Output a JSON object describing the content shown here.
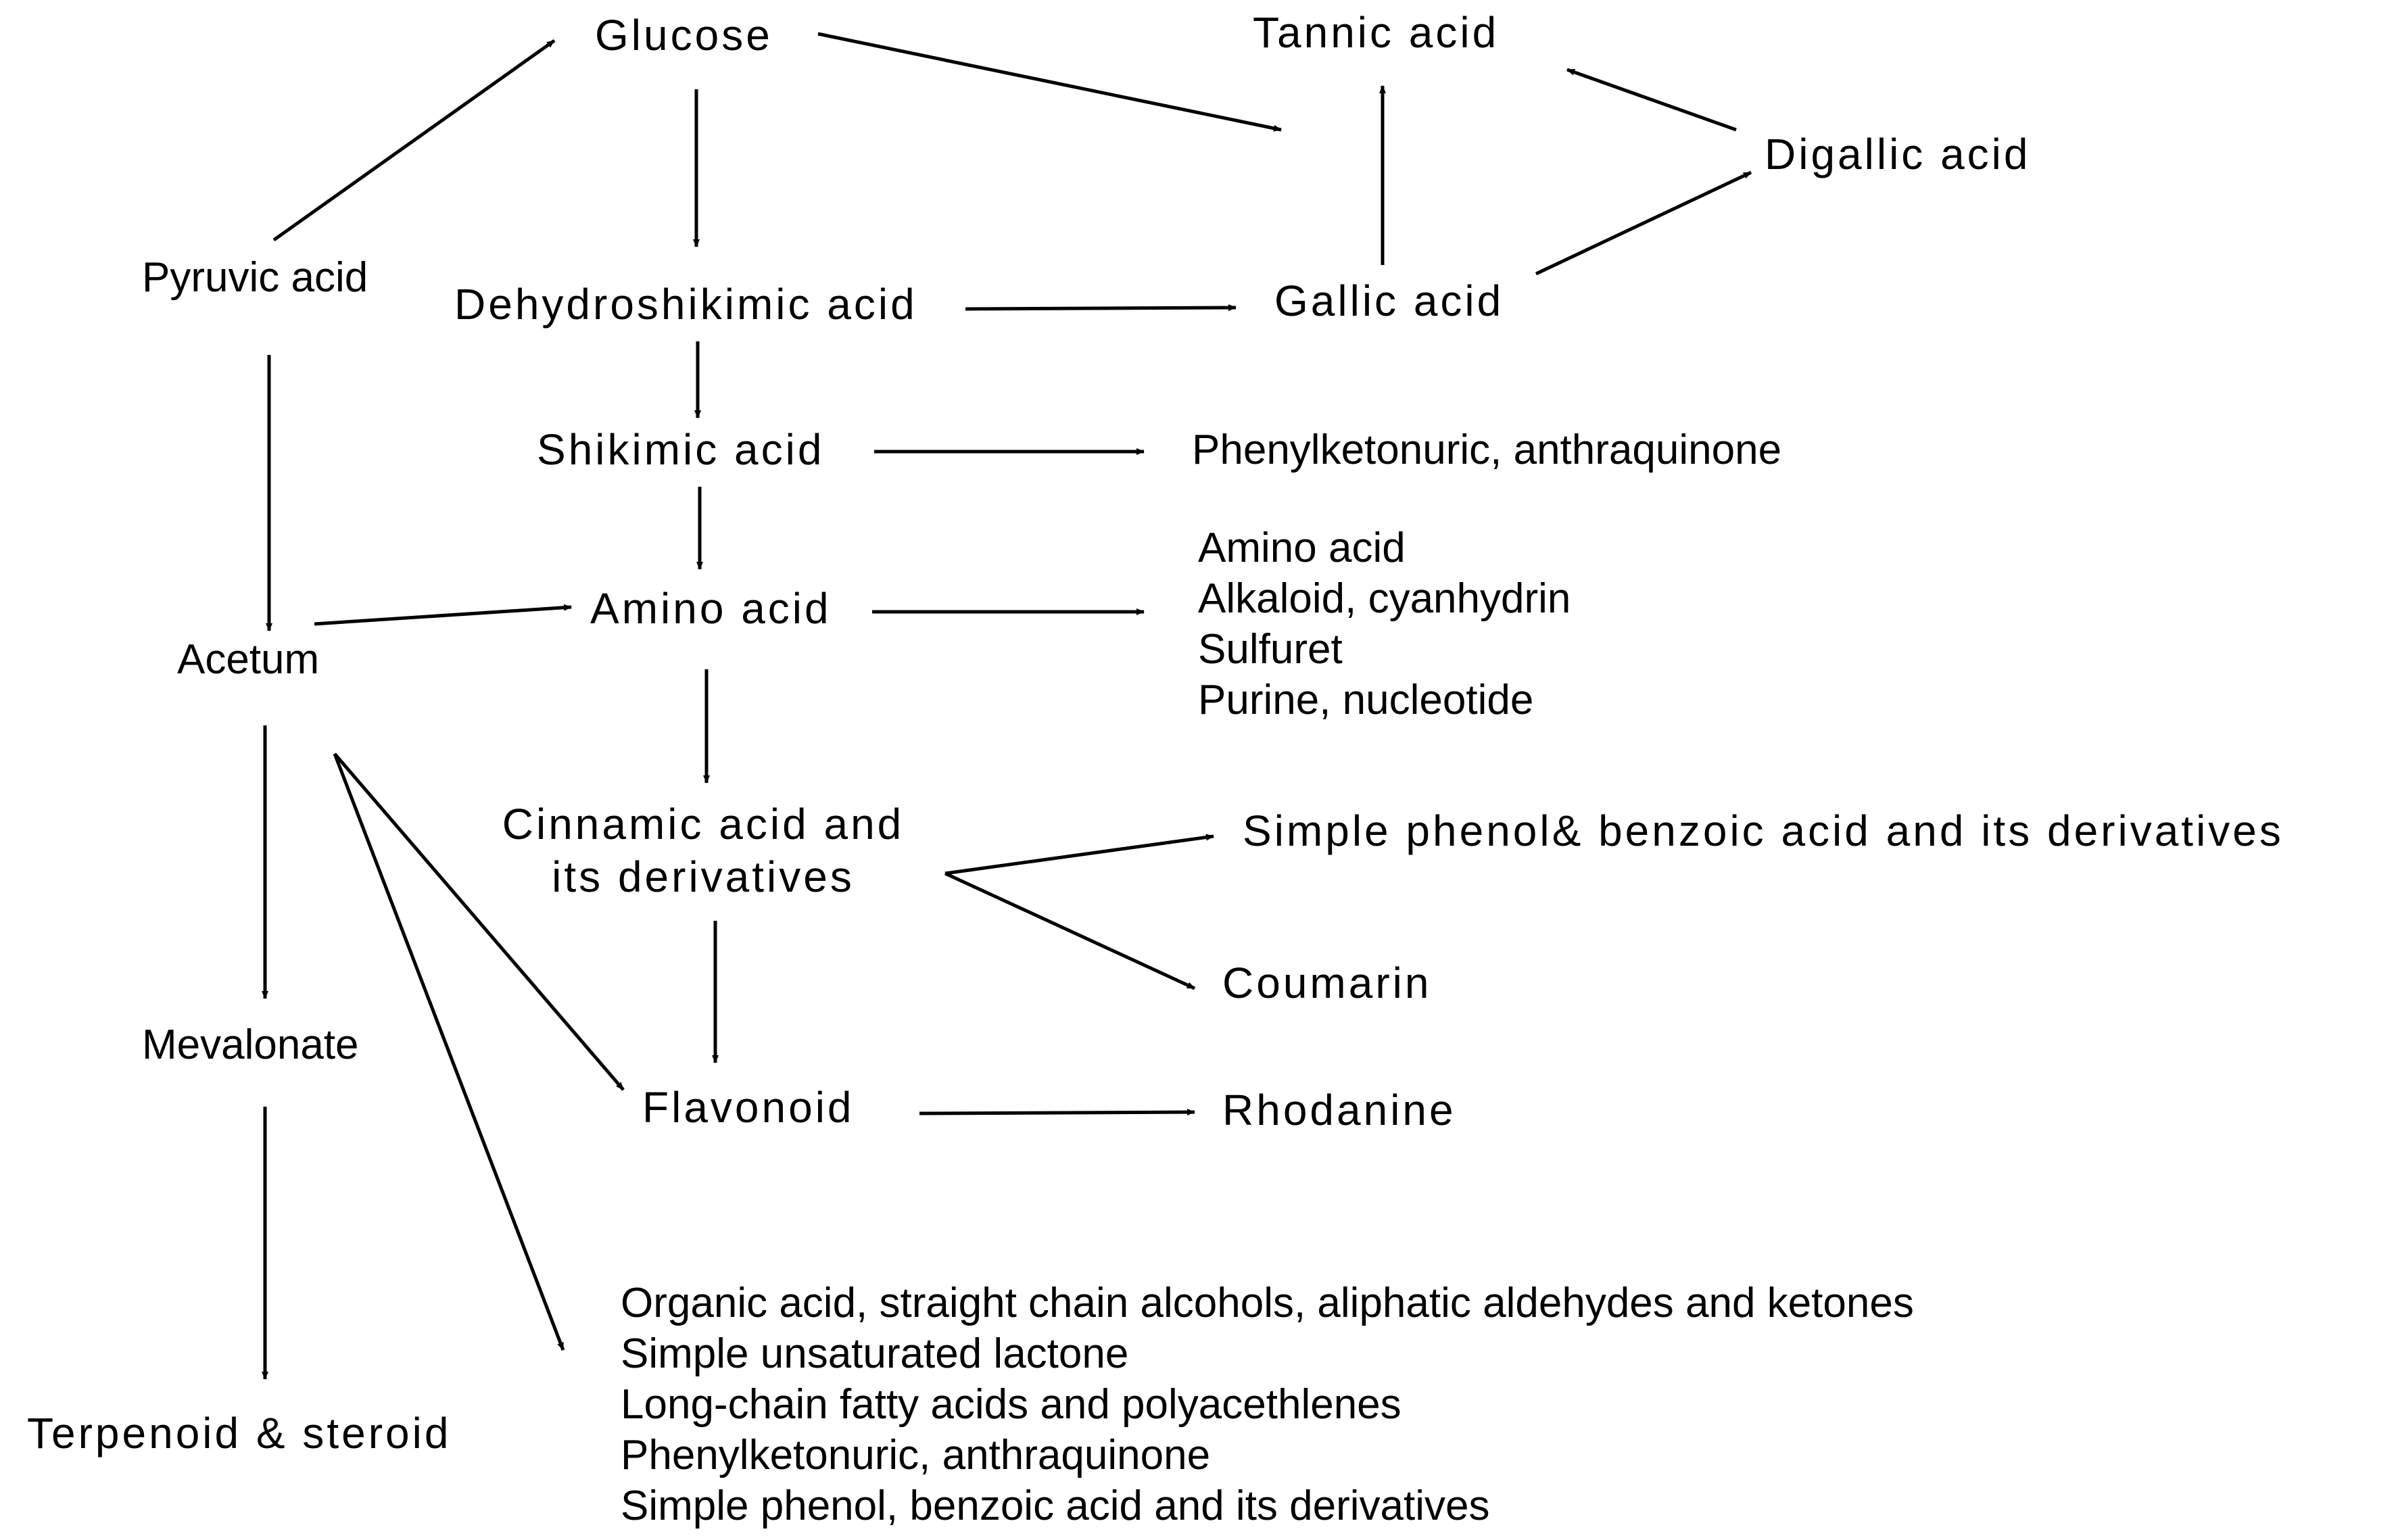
{
  "nodes": {
    "glucose": "Glucose",
    "tannic_acid": "Tannic acid",
    "digallic_acid": "Digallic acid",
    "pyruvic_acid": "Pyruvic acid",
    "dehydroshikimic_acid": "Dehydroshikimic acid",
    "gallic_acid": "Gallic acid",
    "shikimic_acid": "Shikimic acid",
    "phenylketonuric_anthraquinone": "Phenylketonuric, anthraquinone",
    "acetum": "Acetum",
    "amino_acid": "Amino acid",
    "cinnamic_line1": "Cinnamic acid and",
    "cinnamic_line2": "its derivatives",
    "simple_phenol": "Simple phenol& benzoic acid and its derivatives",
    "coumarin": "Coumarin",
    "mevalonate": "Mevalonate",
    "flavonoid": "Flavonoid",
    "rhodanine": "Rhodanine",
    "terpenoid_steroid": "Terpenoid & steroid"
  },
  "amino_products": [
    "Amino acid",
    "Alkaloid, cyanhydrin",
    "Sulfuret",
    "Purine, nucleotide"
  ],
  "acetum_products": [
    "Organic acid, straight chain alcohols, aliphatic aldehydes and ketones",
    "Simple unsaturated lactone",
    "Long-chain fatty acids and polyacethlenes",
    "Phenylketonuric, anthraquinone",
    "Simple phenol, benzoic acid and its derivatives"
  ],
  "colors": {
    "ink": "#000000",
    "background": "#ffffff"
  }
}
